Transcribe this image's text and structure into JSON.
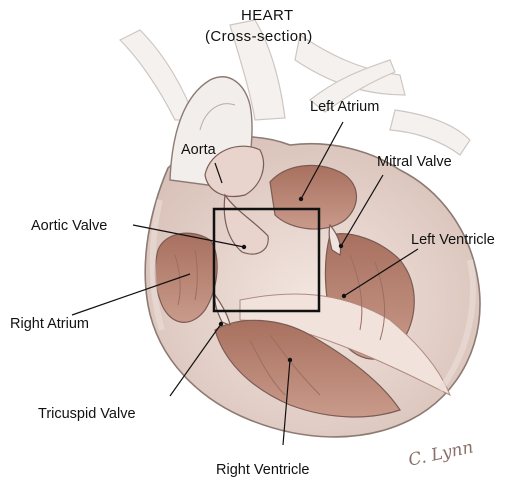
{
  "title": {
    "line1": "HEART",
    "line2": "(Cross-section)"
  },
  "labels": {
    "left_atrium": "Left Atrium",
    "aorta": "Aorta",
    "mitral_valve": "Mitral Valve",
    "aortic_valve": "Aortic Valve",
    "left_ventricle": "Left Ventricle",
    "right_atrium": "Right Atrium",
    "tricuspid_valve": "Tricuspid Valve",
    "right_ventricle": "Right Ventricle"
  },
  "signature": "C. Lynn",
  "colors": {
    "muscle": "#c9a59b",
    "muscle_dark": "#9c6e62",
    "chamber": "#b98476",
    "vessel": "#efeae6",
    "outline": "#6b5a55",
    "frame": "#111111"
  }
}
